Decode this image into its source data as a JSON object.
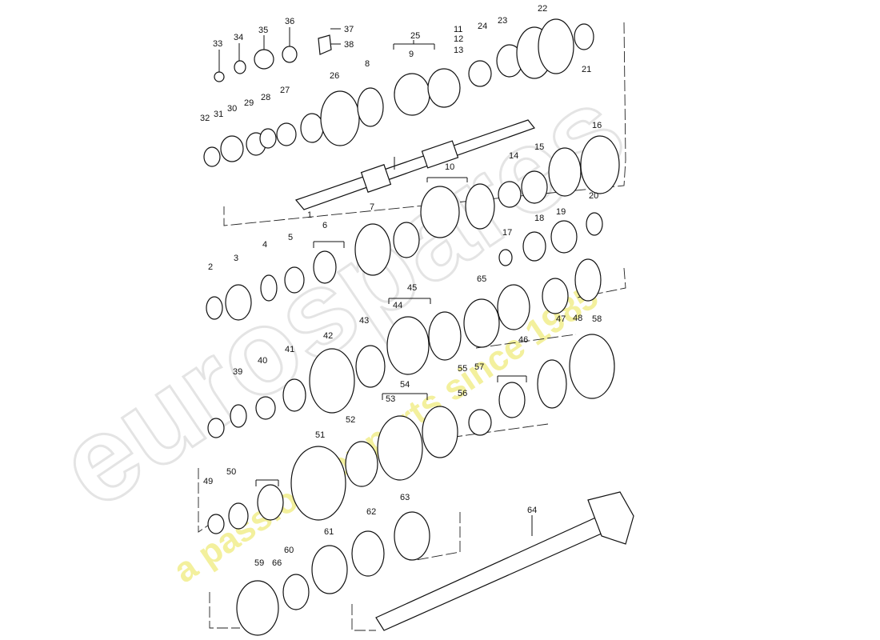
{
  "watermark": {
    "brand": "eurospares",
    "tagline": "a passion for parts since 1985",
    "brand_color": "#e4e4e4",
    "tagline_color": "#f1ee8c"
  },
  "part_labels": [
    "1",
    "2",
    "3",
    "4",
    "5",
    "6",
    "7",
    "8",
    "9",
    "10",
    "11",
    "12",
    "13",
    "14",
    "15",
    "16",
    "17",
    "18",
    "19",
    "20",
    "21",
    "22",
    "23",
    "24",
    "25",
    "26",
    "27",
    "28",
    "29",
    "30",
    "31",
    "32",
    "33",
    "34",
    "35",
    "36",
    "37",
    "38",
    "39",
    "40",
    "41",
    "42",
    "43",
    "44",
    "45",
    "46",
    "47",
    "48",
    "49",
    "50",
    "51",
    "52",
    "53",
    "54",
    "55",
    "56",
    "57",
    "58",
    "59",
    "60",
    "61",
    "62",
    "63",
    "64",
    "65",
    "66"
  ]
}
